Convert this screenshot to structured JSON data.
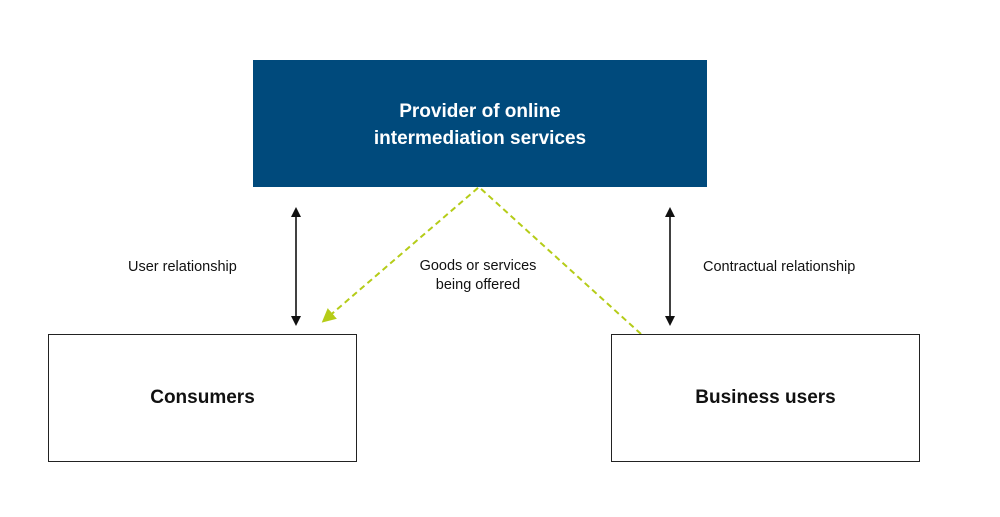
{
  "provider": {
    "label": "Provider of online\nintermediation services",
    "fill_color": "#004a7c"
  },
  "consumers": {
    "label": "Consumers"
  },
  "business_users": {
    "label": "Business users"
  },
  "relationships": {
    "user": "User relationship",
    "contractual": "Contractual relationship",
    "goods": "Goods or services\nbeing offered"
  },
  "colors": {
    "arrow": "#111111",
    "goods_flow": "#b5cc18",
    "border": "#222222"
  }
}
